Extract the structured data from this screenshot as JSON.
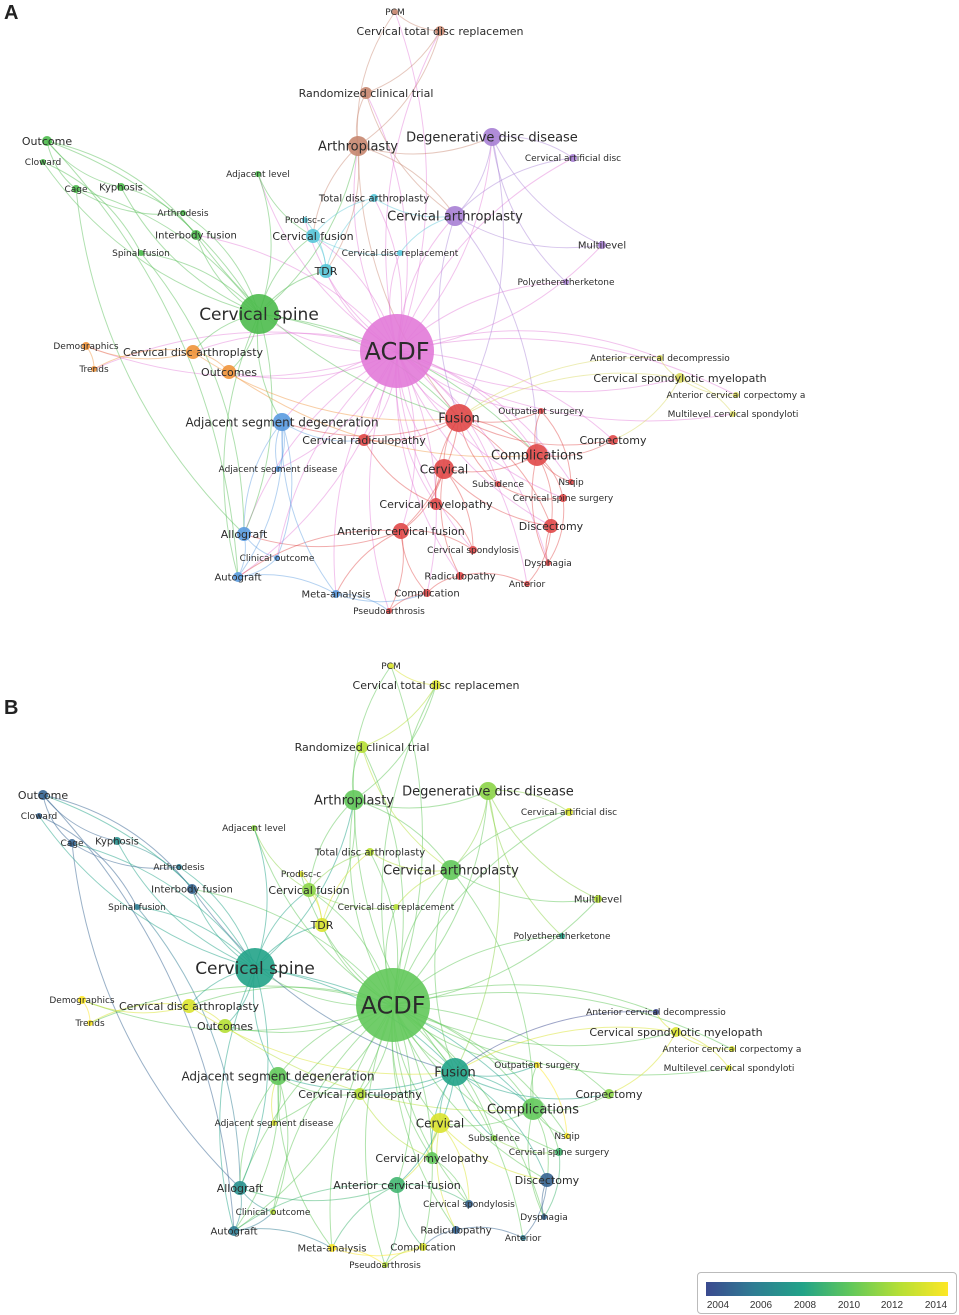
{
  "panels": [
    {
      "label": "A"
    },
    {
      "label": "B"
    }
  ],
  "legend": {
    "ticks": [
      "2004",
      "2006",
      "2008",
      "2010",
      "2012",
      "2014"
    ]
  },
  "nodes": [
    {
      "id": "pcm",
      "label": "PCM",
      "cA": "#c7866f",
      "yB": 2013
    },
    {
      "id": "ctdr",
      "label": "Cervical total disc replacemen",
      "cA": "#c7866f",
      "yB": 2013
    },
    {
      "id": "rct",
      "label": "Randomized clinical trial",
      "cA": "#c7866f",
      "yB": 2012
    },
    {
      "id": "arthroplasty",
      "label": "Arthroplasty",
      "cA": "#c7866f",
      "yB": 2010
    },
    {
      "id": "ddd",
      "label": "Degenerative disc disease",
      "cA": "#a77fd4",
      "yB": 2011
    },
    {
      "id": "cad",
      "label": "Cervical artificial disc",
      "cA": "#a77fd4",
      "yB": 2013
    },
    {
      "id": "outcome",
      "label": "Outcome",
      "cA": "#4dbb4d",
      "yB": 2005
    },
    {
      "id": "cloward",
      "label": "Cloward",
      "cA": "#4dbb4d",
      "yB": 2005
    },
    {
      "id": "cage",
      "label": "Cage",
      "cA": "#4dbb4d",
      "yB": 2005
    },
    {
      "id": "kyphosis",
      "label": "Kyphosis",
      "cA": "#4dbb4d",
      "yB": 2007
    },
    {
      "id": "arthrodesis",
      "label": "Arthrodesis",
      "cA": "#4dbb4d",
      "yB": 2006
    },
    {
      "id": "interbody",
      "label": "Interbody fusion",
      "cA": "#4dbb4d",
      "yB": 2005
    },
    {
      "id": "spinalfusion",
      "label": "Spinal fusion",
      "cA": "#4dbb4d",
      "yB": 2006
    },
    {
      "id": "adjlevel",
      "label": "Adjacent level",
      "cA": "#4dbb4d",
      "yB": 2011
    },
    {
      "id": "tda",
      "label": "Total disc arthroplasty",
      "cA": "#56c5d8",
      "yB": 2012
    },
    {
      "id": "prodisc",
      "label": "Prodisc-c",
      "cA": "#56c5d8",
      "yB": 2013
    },
    {
      "id": "cfusion",
      "label": "Cervical fusion",
      "cA": "#56c5d8",
      "yB": 2011
    },
    {
      "id": "carth",
      "label": "Cervical arthroplasty",
      "cA": "#a77fd4",
      "yB": 2010
    },
    {
      "id": "cdr",
      "label": "Cervical disc replacement",
      "cA": "#56c5d8",
      "yB": 2012
    },
    {
      "id": "tdr",
      "label": "TDR",
      "cA": "#56c5d8",
      "yB": 2013
    },
    {
      "id": "multilevel",
      "label": "Multilevel",
      "cA": "#a77fd4",
      "yB": 2012
    },
    {
      "id": "peek",
      "label": "Polyetheretherketone",
      "cA": "#a77fd4",
      "yB": 2008
    },
    {
      "id": "cspine",
      "label": "Cervical spine",
      "cA": "#4dbb4d",
      "yB": 2008
    },
    {
      "id": "acdf",
      "label": "ACDF",
      "cA": "#e27ad8",
      "yB": 2010
    },
    {
      "id": "demo",
      "label": "Demographics",
      "cA": "#f0933a",
      "yB": 2014
    },
    {
      "id": "cda",
      "label": "Cervical disc arthroplasty",
      "cA": "#f0933a",
      "yB": 2013
    },
    {
      "id": "trends",
      "label": "Trends",
      "cA": "#f0933a",
      "yB": 2014
    },
    {
      "id": "outcomes",
      "label": "Outcomes",
      "cA": "#f0933a",
      "yB": 2012
    },
    {
      "id": "acd",
      "label": "Anterior cervical decompressio",
      "cA": "#d8d75a",
      "yB": 2004
    },
    {
      "id": "csm",
      "label": "Cervical spondylotic myelopath",
      "cA": "#d8d75a",
      "yB": 2013
    },
    {
      "id": "acca",
      "label": "Anterior cervical corpectomy a",
      "cA": "#d8d75a",
      "yB": 2013
    },
    {
      "id": "mcs",
      "label": "Multilevel cervical spondyloti",
      "cA": "#d8d75a",
      "yB": 2013
    },
    {
      "id": "asdeg",
      "label": "Adjacent segment degeneration",
      "cA": "#5a9be0",
      "yB": 2010
    },
    {
      "id": "fusion",
      "label": "Fusion",
      "cA": "#e04848",
      "yB": 2008
    },
    {
      "id": "outpatient",
      "label": "Outpatient surgery",
      "cA": "#e04848",
      "yB": 2014
    },
    {
      "id": "crad",
      "label": "Cervical radiculopathy",
      "cA": "#e04848",
      "yB": 2012
    },
    {
      "id": "corpectomy",
      "label": "Corpectomy",
      "cA": "#e04848",
      "yB": 2011
    },
    {
      "id": "asdis",
      "label": "Adjacent segment disease",
      "cA": "#5a9be0",
      "yB": 2013
    },
    {
      "id": "complications",
      "label": "Complications",
      "cA": "#e04848",
      "yB": 2010
    },
    {
      "id": "cervical",
      "label": "Cervical",
      "cA": "#e04848",
      "yB": 2013
    },
    {
      "id": "subsidence",
      "label": "Subsidence",
      "cA": "#e04848",
      "yB": 2011
    },
    {
      "id": "nsqip",
      "label": "Nsqip",
      "cA": "#e04848",
      "yB": 2014
    },
    {
      "id": "cmyel",
      "label": "Cervical myelopathy",
      "cA": "#e04848",
      "yB": 2010
    },
    {
      "id": "css",
      "label": "Cervical spine surgery",
      "cA": "#e04848",
      "yB": 2009
    },
    {
      "id": "discectomy",
      "label": "Discectomy",
      "cA": "#e04848",
      "yB": 2005
    },
    {
      "id": "allograft",
      "label": "Allograft",
      "cA": "#5a9be0",
      "yB": 2007
    },
    {
      "id": "acfusion",
      "label": "Anterior cervical fusion",
      "cA": "#e04848",
      "yB": 2009
    },
    {
      "id": "clinout",
      "label": "Clinical outcome",
      "cA": "#5a9be0",
      "yB": 2012
    },
    {
      "id": "cspond",
      "label": "Cervical spondylosis",
      "cA": "#e04848",
      "yB": 2005
    },
    {
      "id": "dysphagia",
      "label": "Dysphagia",
      "cA": "#e04848",
      "yB": 2005
    },
    {
      "id": "autograft",
      "label": "Autograft",
      "cA": "#5a9be0",
      "yB": 2006
    },
    {
      "id": "radic",
      "label": "Radiculopathy",
      "cA": "#e04848",
      "yB": 2005
    },
    {
      "id": "meta",
      "label": "Meta-analysis",
      "cA": "#5a9be0",
      "yB": 2014
    },
    {
      "id": "complication",
      "label": "Complication",
      "cA": "#e04848",
      "yB": 2013
    },
    {
      "id": "anterior",
      "label": "Anterior",
      "cA": "#e04848",
      "yB": 2006
    },
    {
      "id": "pseudo",
      "label": "Pseudoarthrosis",
      "cA": "#e04848",
      "yB": 2012
    }
  ]
}
